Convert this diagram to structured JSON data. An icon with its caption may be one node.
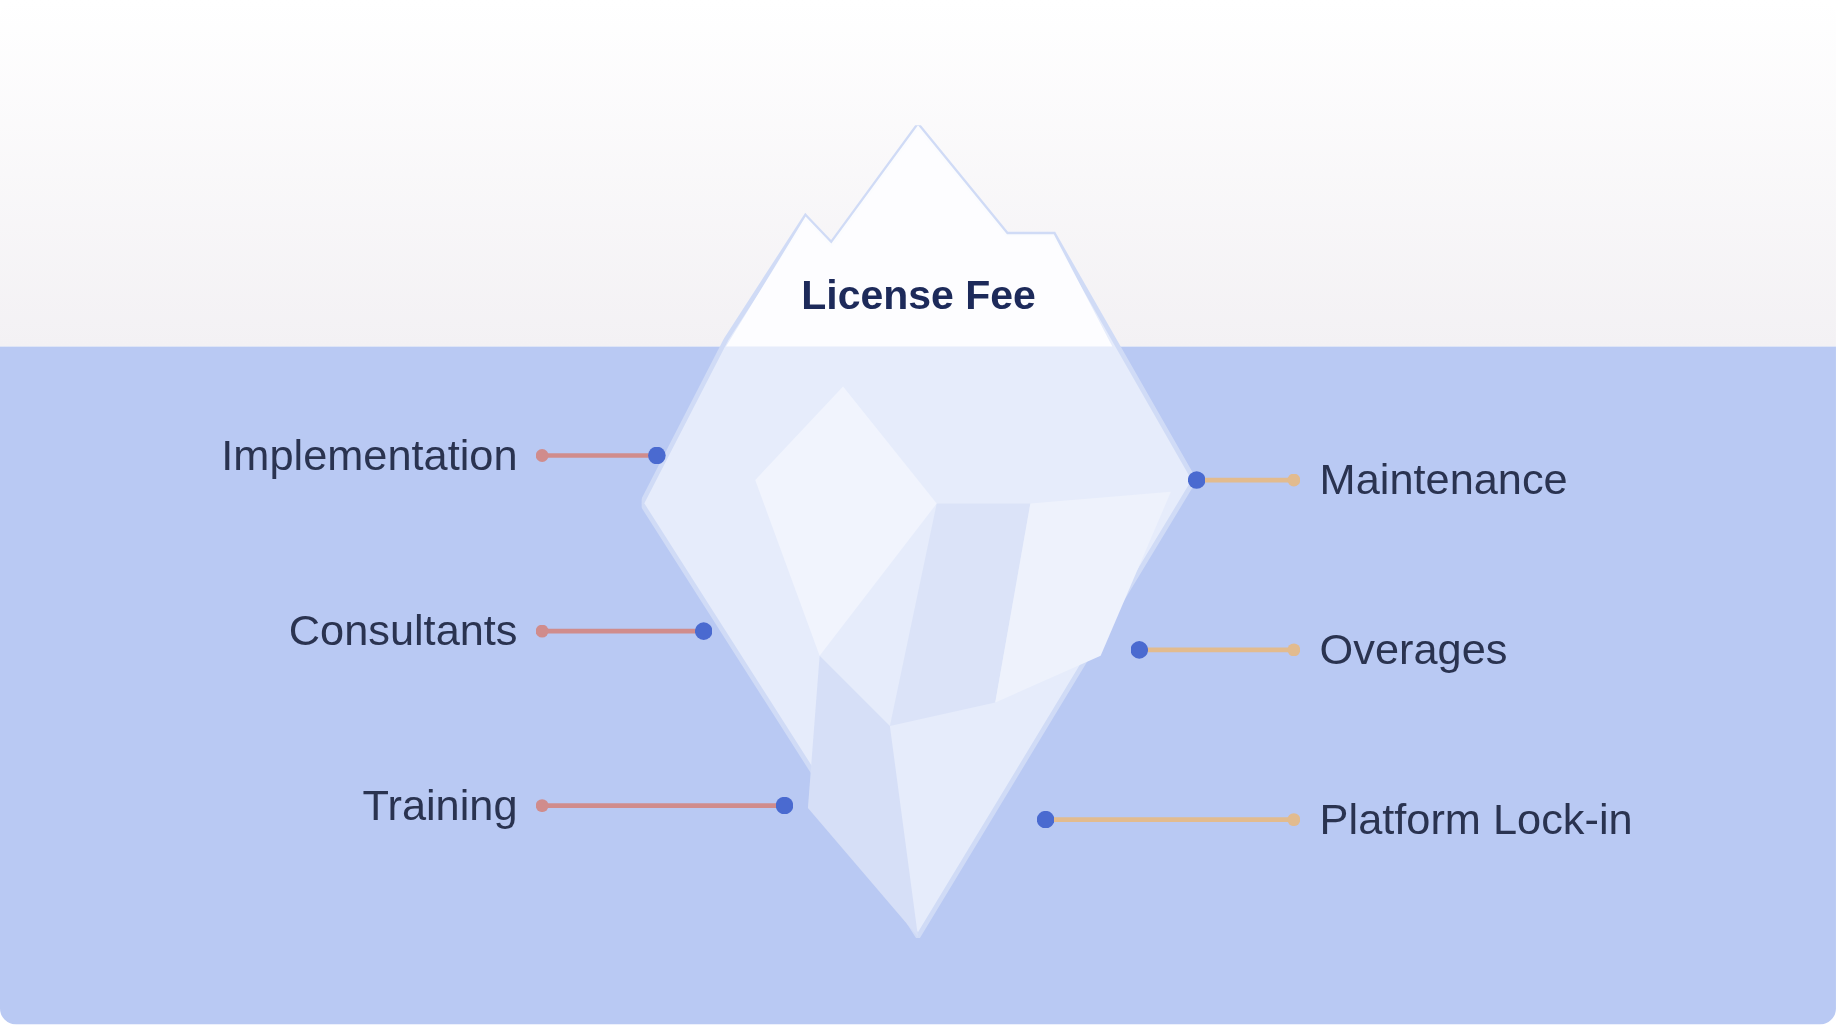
{
  "diagram": {
    "nodes": [
      {
        "text": [
          "License Fee"
        ]
      },
      {
        "text": [
          "Implementation"
        ]
      },
      {
        "text": [
          "Consultants"
        ]
      },
      {
        "text": [
          "Training"
        ]
      },
      {
        "text": [
          "Maintenance"
        ]
      },
      {
        "text": [
          "Overages"
        ]
      },
      {
        "text": [
          "Platform Lock-in"
        ]
      }
    ],
    "edges": [
      {
        "from": 1,
        "to": 0,
        "arrow": "other",
        "color": "#d08c8c"
      },
      {
        "from": 2,
        "to": 0,
        "arrow": "other",
        "color": "#d08c8c"
      },
      {
        "from": 3,
        "to": 0,
        "arrow": "other",
        "color": "#d08c8c"
      },
      {
        "from": 4,
        "to": 0,
        "arrow": "other",
        "color": "#e2bb8e"
      },
      {
        "from": 5,
        "to": 0,
        "arrow": "other",
        "color": "#e2bb8e"
      },
      {
        "from": 6,
        "to": 0,
        "arrow": "other",
        "color": "#e2bb8e"
      }
    ]
  }
}
